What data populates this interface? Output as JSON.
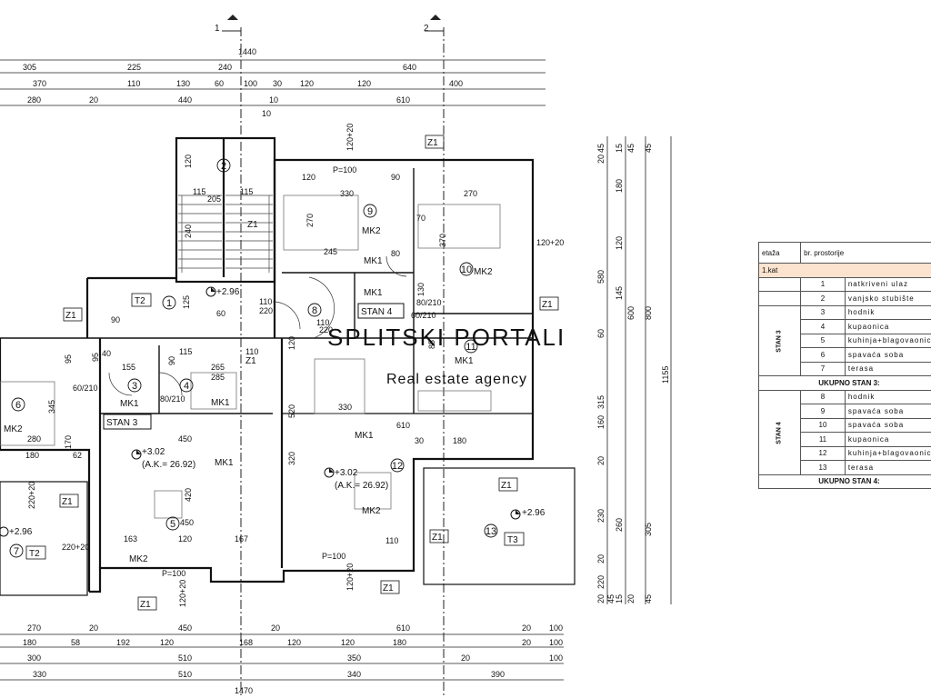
{
  "markers": {
    "section_1": "1",
    "section_2": "2"
  },
  "top_dims": {
    "total": "1440",
    "row1": [
      "305",
      "225",
      "240",
      "640"
    ],
    "row2": [
      "370",
      "110",
      "130",
      "60",
      "100",
      "30",
      "120",
      "120",
      "400"
    ],
    "row3": [
      "280",
      "20",
      "440",
      "10",
      "610"
    ],
    "row3_b": "10"
  },
  "bottom_dims": {
    "row1": [
      "270",
      "20",
      "450",
      "20",
      "610",
      "20",
      "100"
    ],
    "row2": [
      "180",
      "58",
      "192",
      "120",
      "168",
      "120",
      "120",
      "180",
      "20",
      "100"
    ],
    "row3": [
      "300",
      "510",
      "350",
      "20",
      "100"
    ],
    "row4": [
      "330",
      "510",
      "340",
      "390"
    ],
    "total": "1470"
  },
  "right_dims": {
    "a": [
      "20",
      "45",
      "15",
      "45",
      "45"
    ],
    "b": [
      "180",
      "120",
      "145",
      "60",
      "315",
      "160",
      "20",
      "230",
      "20"
    ],
    "c": [
      "580",
      "600",
      "800",
      "260",
      "305"
    ],
    "total": "1155",
    "bottom": [
      "220",
      "20",
      "45",
      "15",
      "20",
      "45"
    ]
  },
  "rooms": [
    {
      "num": "1",
      "code": "T2"
    },
    {
      "num": "2"
    },
    {
      "num": "3",
      "code": "MK1"
    },
    {
      "num": "4",
      "code": "MK1"
    },
    {
      "num": "5",
      "code": "MK1"
    },
    {
      "num": "6",
      "code": "MK2"
    },
    {
      "num": "7",
      "code": "T2"
    },
    {
      "num": "8",
      "code": "MK1"
    },
    {
      "num": "9",
      "code": "MK2"
    },
    {
      "num": "10",
      "code": "MK2"
    },
    {
      "num": "11",
      "code": "MK1"
    },
    {
      "num": "12",
      "code": "MK2"
    },
    {
      "num": "13",
      "code": "T3"
    }
  ],
  "apartments": {
    "stan3": "STAN 3",
    "stan4": "STAN 4"
  },
  "levels": {
    "entry": "+2.96",
    "apt3": "+3.02",
    "apt4": "+3.02",
    "terrace7": "+2.96",
    "terrace13": "+2.96"
  },
  "areas": {
    "apt3": "(A.K.= 26.92)",
    "apt4": "(A.K.= 26.92)"
  },
  "window_tags": [
    "Z1",
    "Z1",
    "Z1",
    "Z1",
    "Z1",
    "Z1",
    "Z1",
    "Z1",
    "Z1",
    "Z1"
  ],
  "misc_labels": [
    "MK1",
    "MK2",
    "MK1",
    "P=100",
    "P=100",
    "P=100",
    "80/210",
    "80/210",
    "60/210",
    "60/210",
    "120+20",
    "220+20",
    "220+20",
    "120+20",
    "120+20",
    "120+20"
  ],
  "inner_dims": [
    "120",
    "115",
    "115",
    "205",
    "240",
    "330",
    "90",
    "120",
    "270",
    "270",
    "245",
    "370",
    "80",
    "265",
    "125",
    "110",
    "220",
    "110",
    "220",
    "110",
    "155",
    "115",
    "285",
    "95",
    "345",
    "280",
    "170",
    "62",
    "180",
    "450",
    "320",
    "420",
    "163",
    "120",
    "167",
    "110",
    "330",
    "610",
    "30",
    "180",
    "520",
    "120",
    "90",
    "95",
    "450",
    "130",
    "85",
    "60",
    "40",
    "90",
    "70"
  ],
  "watermark": {
    "name": "SPLITSKI PORTALI",
    "tagline": "Real estate agency"
  },
  "legend": {
    "col_etaza": "etaža",
    "col_br": "br. prostorije",
    "floor": "1.kat",
    "groups": [
      {
        "name": "STAN 3",
        "rows": [
          {
            "num": "3",
            "name": "hodnik"
          },
          {
            "num": "4",
            "name": "kupaonica"
          },
          {
            "num": "5",
            "name": "kuhinja+blagovaonica"
          },
          {
            "num": "6",
            "name": "spavaća soba"
          },
          {
            "num": "7",
            "name": "terasa"
          }
        ],
        "total": "UKUPNO STAN 3:"
      },
      {
        "name": "STAN 4",
        "rows": [
          {
            "num": "8",
            "name": "hodnik"
          },
          {
            "num": "9",
            "name": "spavaća soba"
          },
          {
            "num": "10",
            "name": "spavaća soba"
          },
          {
            "num": "11",
            "name": "kupaonica"
          },
          {
            "num": "12",
            "name": "kuhinja+blagovaonica"
          },
          {
            "num": "13",
            "name": "terasa"
          }
        ],
        "total": "UKUPNO STAN 4:"
      }
    ],
    "common": [
      {
        "num": "1",
        "name": "natkriveni ulaz"
      },
      {
        "num": "2",
        "name": "vanjsko stubište"
      }
    ]
  }
}
